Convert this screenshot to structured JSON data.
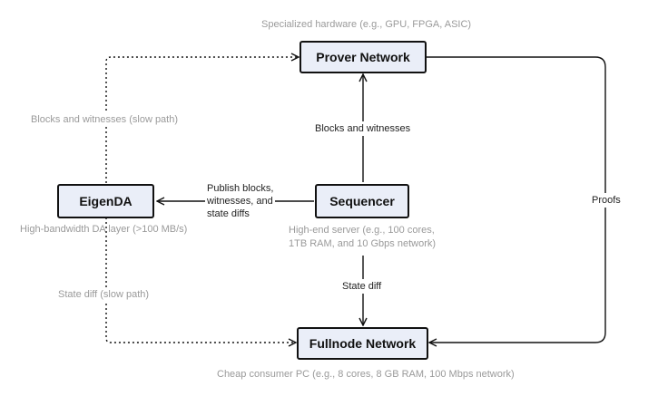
{
  "nodes": {
    "prover": "Prover Network",
    "sequencer": "Sequencer",
    "eigenda": "EigenDA",
    "fullnode": "Fullnode Network"
  },
  "captions": {
    "prover": "Specialized hardware (e.g., GPU, FPGA, ASIC)",
    "sequencer": [
      "High-end server (e.g., 100 cores,",
      "1TB RAM, and 10 Gbps network)"
    ],
    "eigenda": "High-bandwidth DA layer (>100 MB/s)",
    "fullnode": "Cheap consumer PC (e.g., 8 cores, 8 GB RAM, 100 Mbps network)"
  },
  "edges": {
    "seq_to_prover": "Blocks and witnesses",
    "seq_to_eigenda": [
      "Publish blocks,",
      "witnesses, and",
      "state diffs"
    ],
    "seq_to_fullnode": "State diff",
    "eigenda_to_prover": "Blocks and witnesses (slow path)",
    "eigenda_to_fullnode": "State diff (slow path)",
    "prover_to_fullnode": "Proofs"
  },
  "colors": {
    "node_fill": "#eaeef8",
    "line": "#111111",
    "caption": "#9a9a9a"
  }
}
